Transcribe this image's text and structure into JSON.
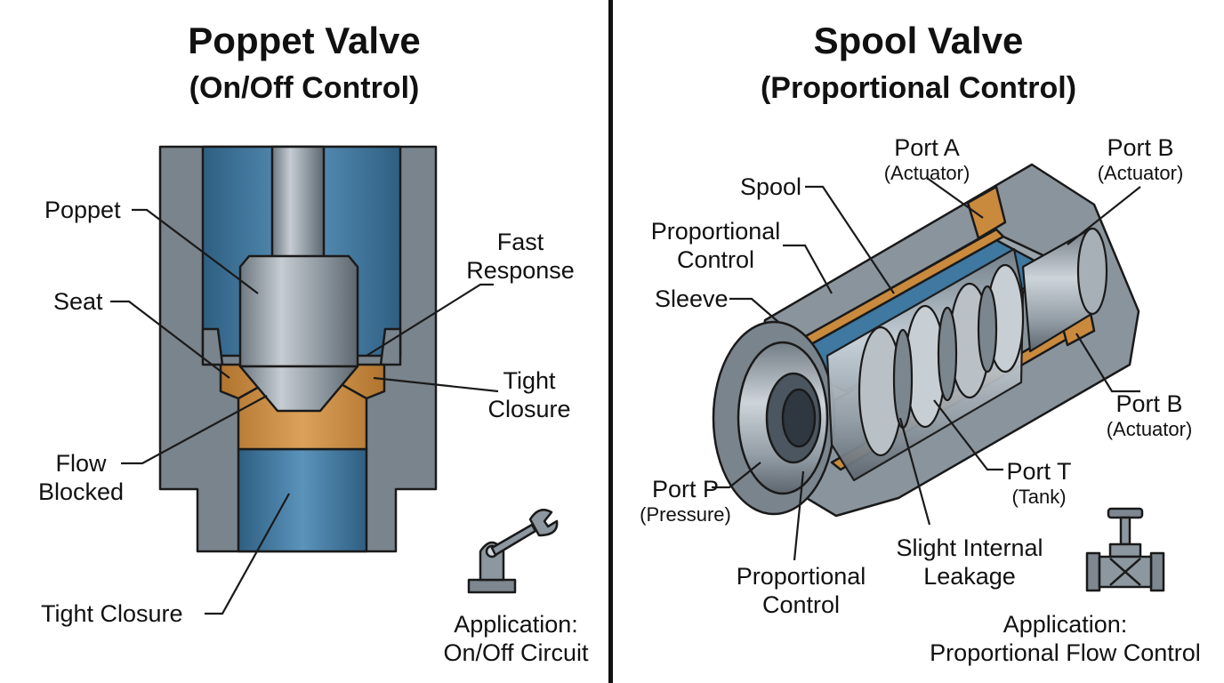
{
  "left": {
    "title": "Poppet Valve",
    "subtitle": "(On/Off Control)",
    "labels": {
      "poppet": "Poppet",
      "seat": "Seat",
      "fast_1": "Fast",
      "fast_2": "Response",
      "tight_1": "Tight",
      "tight_2": "Closure",
      "flow_1": "Flow",
      "flow_2": "Blocked",
      "tight_closure": "Tight Closure"
    },
    "application": {
      "line1": "Application:",
      "line2": "On/Off Circuit",
      "icon": "wrench-on-stand-icon"
    }
  },
  "right": {
    "title": "Spool Valve",
    "subtitle": "(Proportional Control)",
    "labels": {
      "port_a": "Port A",
      "port_a_sub": "(Actuator)",
      "port_b_top": "Port B",
      "port_b_top_sub": "(Actuator)",
      "spool": "Spool",
      "prop_control_1": "Proportional",
      "prop_control_2": "Control",
      "sleeve": "Sleeve",
      "port_b_right": "Port B",
      "port_b_right_sub": "(Actuator)",
      "port_t": "Port T",
      "port_t_sub": "(Tank)",
      "port_p": "Port P",
      "port_p_sub": "(Pressure)",
      "leak_1": "Slight Internal",
      "leak_2": "Leakage",
      "prop_bottom_1": "Proportional",
      "prop_bottom_2": "Control"
    },
    "application": {
      "line1": "Application:",
      "line2": "Proportional Flow Control",
      "icon": "gate-valve-icon"
    }
  },
  "colors": {
    "steel": "#8a949c",
    "steel_dark": "#5f6870",
    "fluid_blue": "#3f78a0",
    "bronze": "#c98a3e",
    "outline": "#1a1a1a"
  }
}
